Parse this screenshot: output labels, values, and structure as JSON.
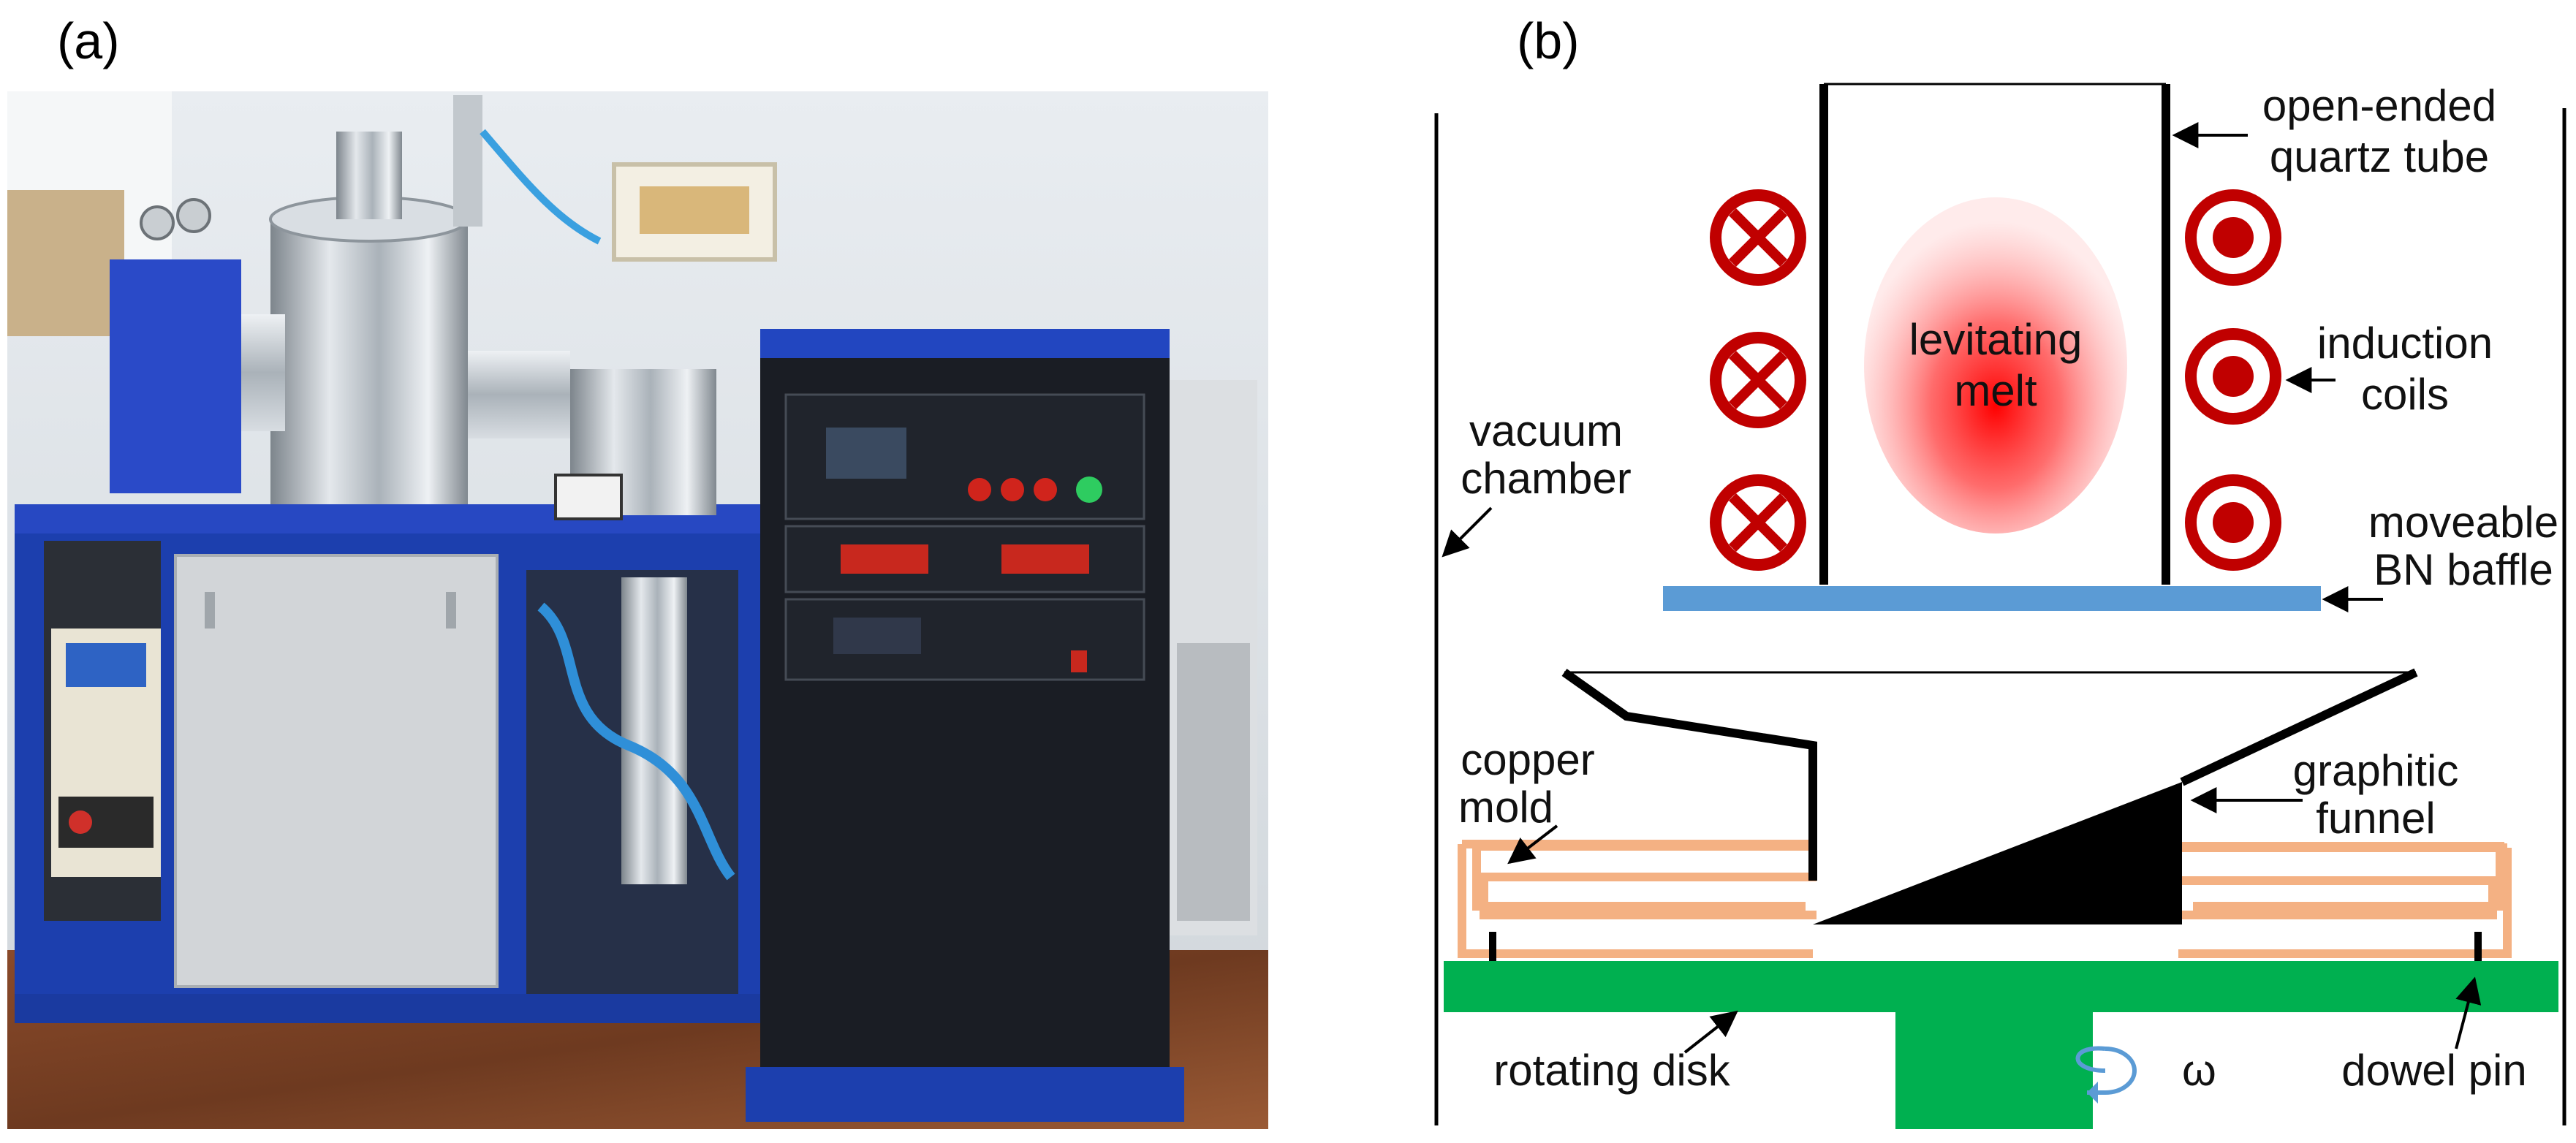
{
  "panels": {
    "a": {
      "label": "(a)"
    },
    "b": {
      "label": "(b)"
    }
  },
  "photo": {
    "alt": "photograph of the melt-spinning apparatus"
  },
  "diagram": {
    "labels": {
      "quartz_tube_1": "open-ended",
      "quartz_tube_2": "quartz tube",
      "melt_1": "levitating",
      "melt_2": "melt",
      "coils_1": "induction",
      "coils_2": "coils",
      "chamber_1": "vacuum",
      "chamber_2": "chamber",
      "baffle_1": "moveable",
      "baffle_2": "BN baffle",
      "mold_1": "copper",
      "mold_2": "mold",
      "funnel_1": "graphitic",
      "funnel_2": "funnel",
      "disk": "rotating disk",
      "omega": "ω",
      "pin": "dowel pin"
    },
    "colors": {
      "coil": "#c00000",
      "baffle": "#5b9bd5",
      "mold": "#f4b183",
      "disk": "#00b050",
      "melt": "#ff0000",
      "ink": "#000000"
    }
  }
}
